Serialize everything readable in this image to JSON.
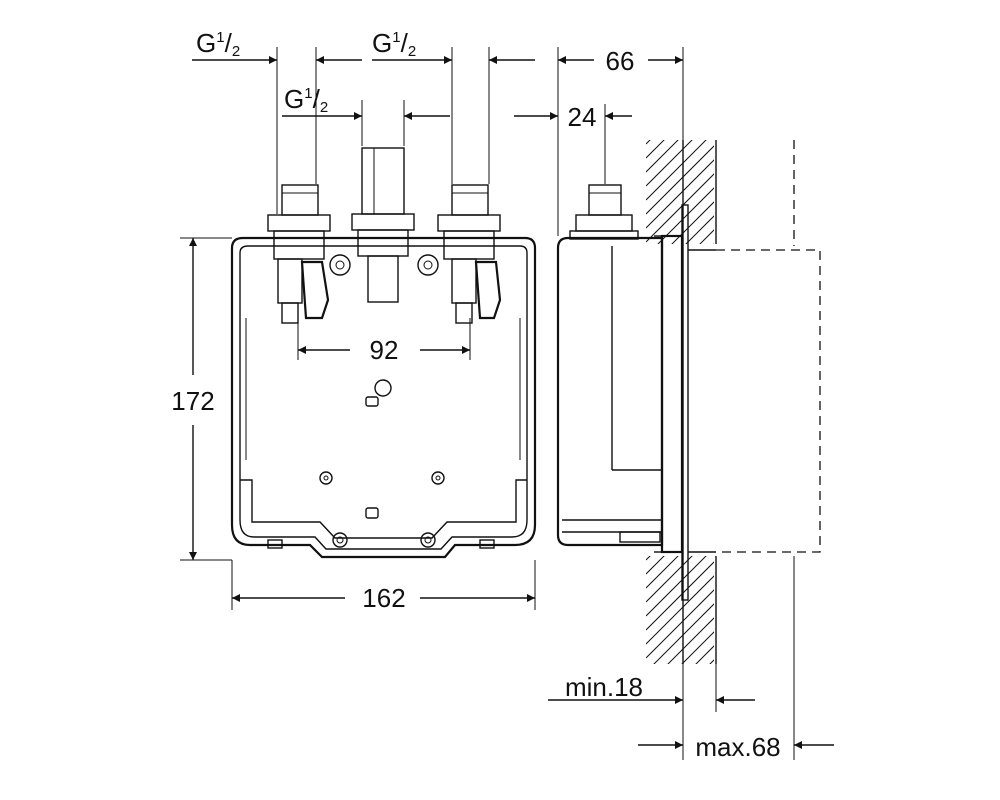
{
  "dimensions": {
    "thread_left": {
      "base": "G",
      "sup": "1",
      "slash": "/",
      "sub": "2"
    },
    "thread_right": {
      "base": "G",
      "sup": "1",
      "slash": "/",
      "sub": "2"
    },
    "thread_middle": {
      "base": "G",
      "sup": "1",
      "slash": "/",
      "sub": "2"
    },
    "depth_total": "66",
    "depth_offset": "24",
    "connection_spacing": "92",
    "height": "172",
    "width": "162",
    "wall_min": "min.18",
    "wall_max": "max.68"
  }
}
